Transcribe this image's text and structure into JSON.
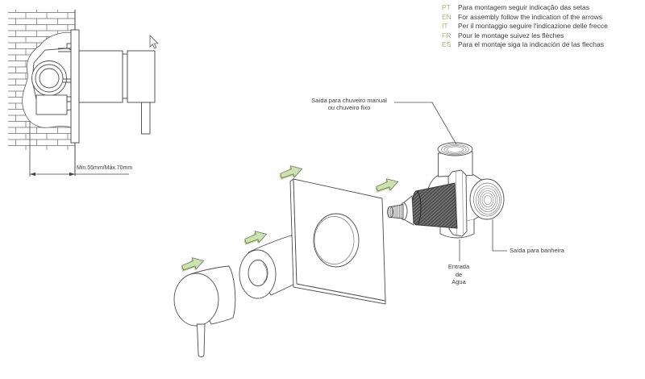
{
  "instructions": {
    "items": [
      {
        "code": "PT",
        "text": "Para montagem seguir indicação das setas"
      },
      {
        "code": "EN",
        "text": "For assembly follow the indication of the arrows"
      },
      {
        "code": "IT",
        "text": "Per il montaggio seguire l'indicazione delle frecce"
      },
      {
        "code": "FR",
        "text": "Pour le montage suivez les flèches"
      },
      {
        "code": "ES",
        "text": "Para el montaje siga la indicación de las flechas"
      }
    ]
  },
  "wall_diagram": {
    "dimension_label": "Min.55mm/Máx.70mm"
  },
  "exploded_diagram": {
    "labels": {
      "top_outlet": [
        "Saída para chuveiro manual",
        "ou chuveiro fixo"
      ],
      "water_inlet": [
        "Entrada",
        "de",
        "Água"
      ],
      "bath_outlet": "Saída para banheira"
    }
  },
  "colors": {
    "arrow_fill": "#cfe2ad",
    "arrow_side": "#b7d193",
    "arrow_outline": "#74846a",
    "lang_code": "#a7b47c",
    "text": "#3b3b3b",
    "line": "#4d4d4d"
  }
}
